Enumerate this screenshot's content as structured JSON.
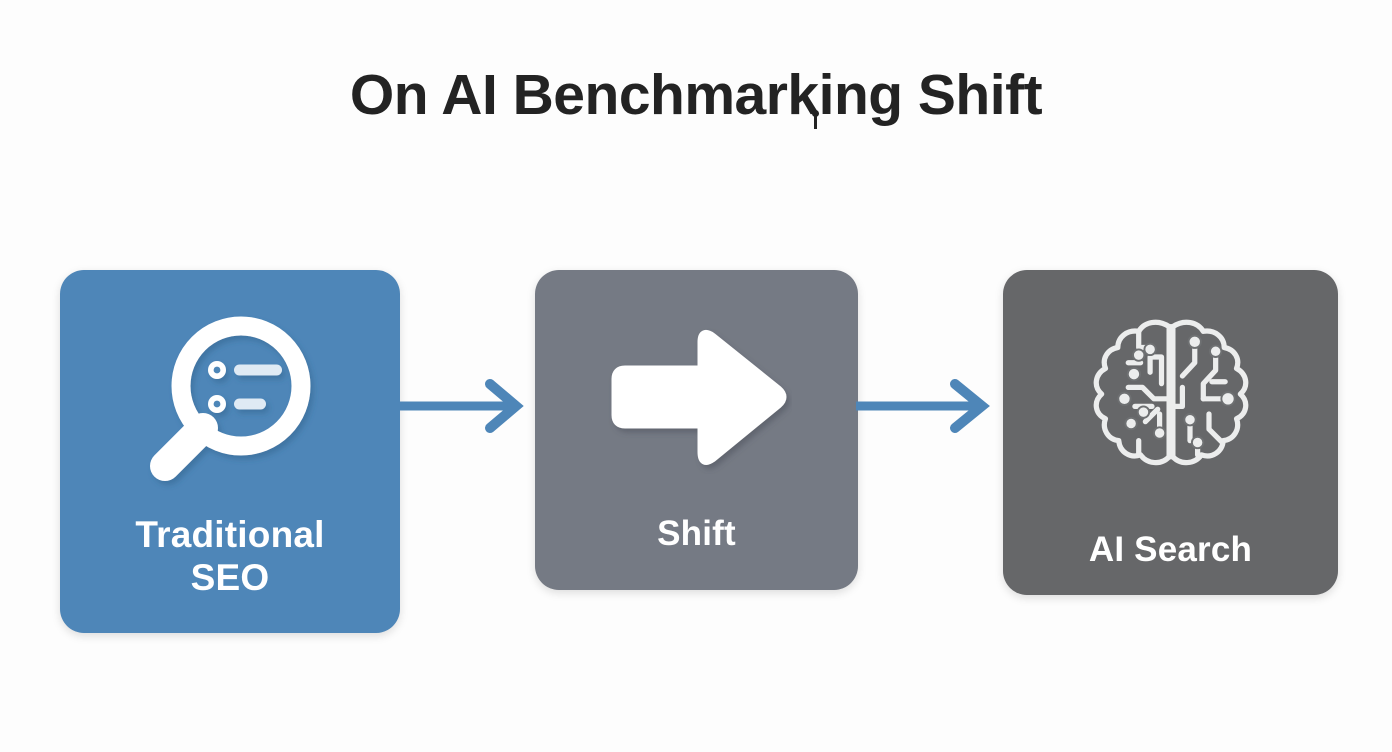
{
  "page": {
    "title": "On AI Benchmarking Shift",
    "title_parts": {
      "before_glitch": "On AI Benchmark",
      "after_glitch": "ing Shift"
    },
    "background_color": "#fdfdfd",
    "title_color": "#232323"
  },
  "flow": {
    "accent_color": "#4e86b8",
    "steps": [
      {
        "id": "traditional-seo",
        "label": "Traditional\nSEO",
        "label_line1": "Traditional",
        "label_line2": "SEO",
        "icon": "magnifying-glass-list-icon",
        "background_color": "#4e86b8",
        "text_color": "#ffffff"
      },
      {
        "id": "shift",
        "label": "Shift",
        "icon": "right-arrow-icon",
        "background_color": "#757a84",
        "text_color": "#ffffff"
      },
      {
        "id": "ai-search",
        "label": "AI Search",
        "icon": "circuit-brain-icon",
        "background_color": "#666769",
        "text_color": "#ffffff"
      }
    ],
    "connectors": [
      {
        "id": "connector-seo-to-shift",
        "from": "traditional-seo",
        "to": "shift",
        "color": "#4e86b8",
        "direction": "right"
      },
      {
        "id": "connector-shift-to-ai",
        "from": "shift",
        "to": "ai-search",
        "color": "#4e86b8",
        "direction": "right"
      }
    ]
  }
}
